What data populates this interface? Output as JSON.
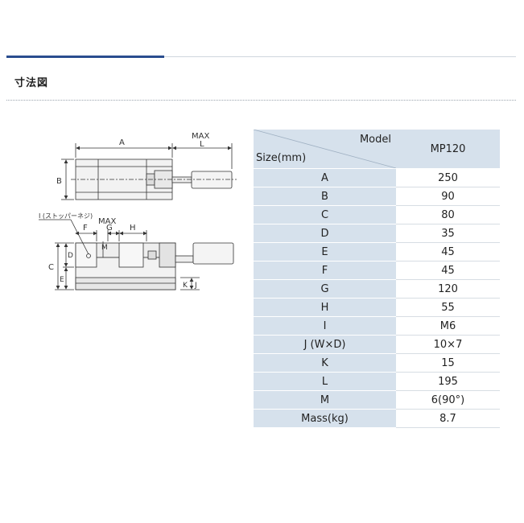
{
  "section": {
    "title": "寸法図"
  },
  "drawing": {
    "labels": {
      "A": "A",
      "B": "B",
      "MAX": "MAX",
      "L": "L",
      "I_note": "I (ストッパーネジ)",
      "F": "F",
      "G": "G",
      "MAX2": "MAX",
      "H": "H",
      "M": "M",
      "C": "C",
      "D": "D",
      "E": "E",
      "K": "K",
      "J": "J"
    }
  },
  "table": {
    "header_model": "Model",
    "header_size": "Size(mm)",
    "model_name": "MP120",
    "rows": [
      {
        "label": "A",
        "value": "250"
      },
      {
        "label": "B",
        "value": "90"
      },
      {
        "label": "C",
        "value": "80"
      },
      {
        "label": "D",
        "value": "35"
      },
      {
        "label": "E",
        "value": "45"
      },
      {
        "label": "F",
        "value": "45"
      },
      {
        "label": "G",
        "value": "120"
      },
      {
        "label": "H",
        "value": "55"
      },
      {
        "label": "I",
        "value": "M6"
      },
      {
        "label": "J (W×D)",
        "value": "10×7"
      },
      {
        "label": "K",
        "value": "15"
      },
      {
        "label": "L",
        "value": "195"
      },
      {
        "label": "M",
        "value": "6(90°)"
      },
      {
        "label": "Mass(kg)",
        "value": "8.7"
      }
    ]
  }
}
